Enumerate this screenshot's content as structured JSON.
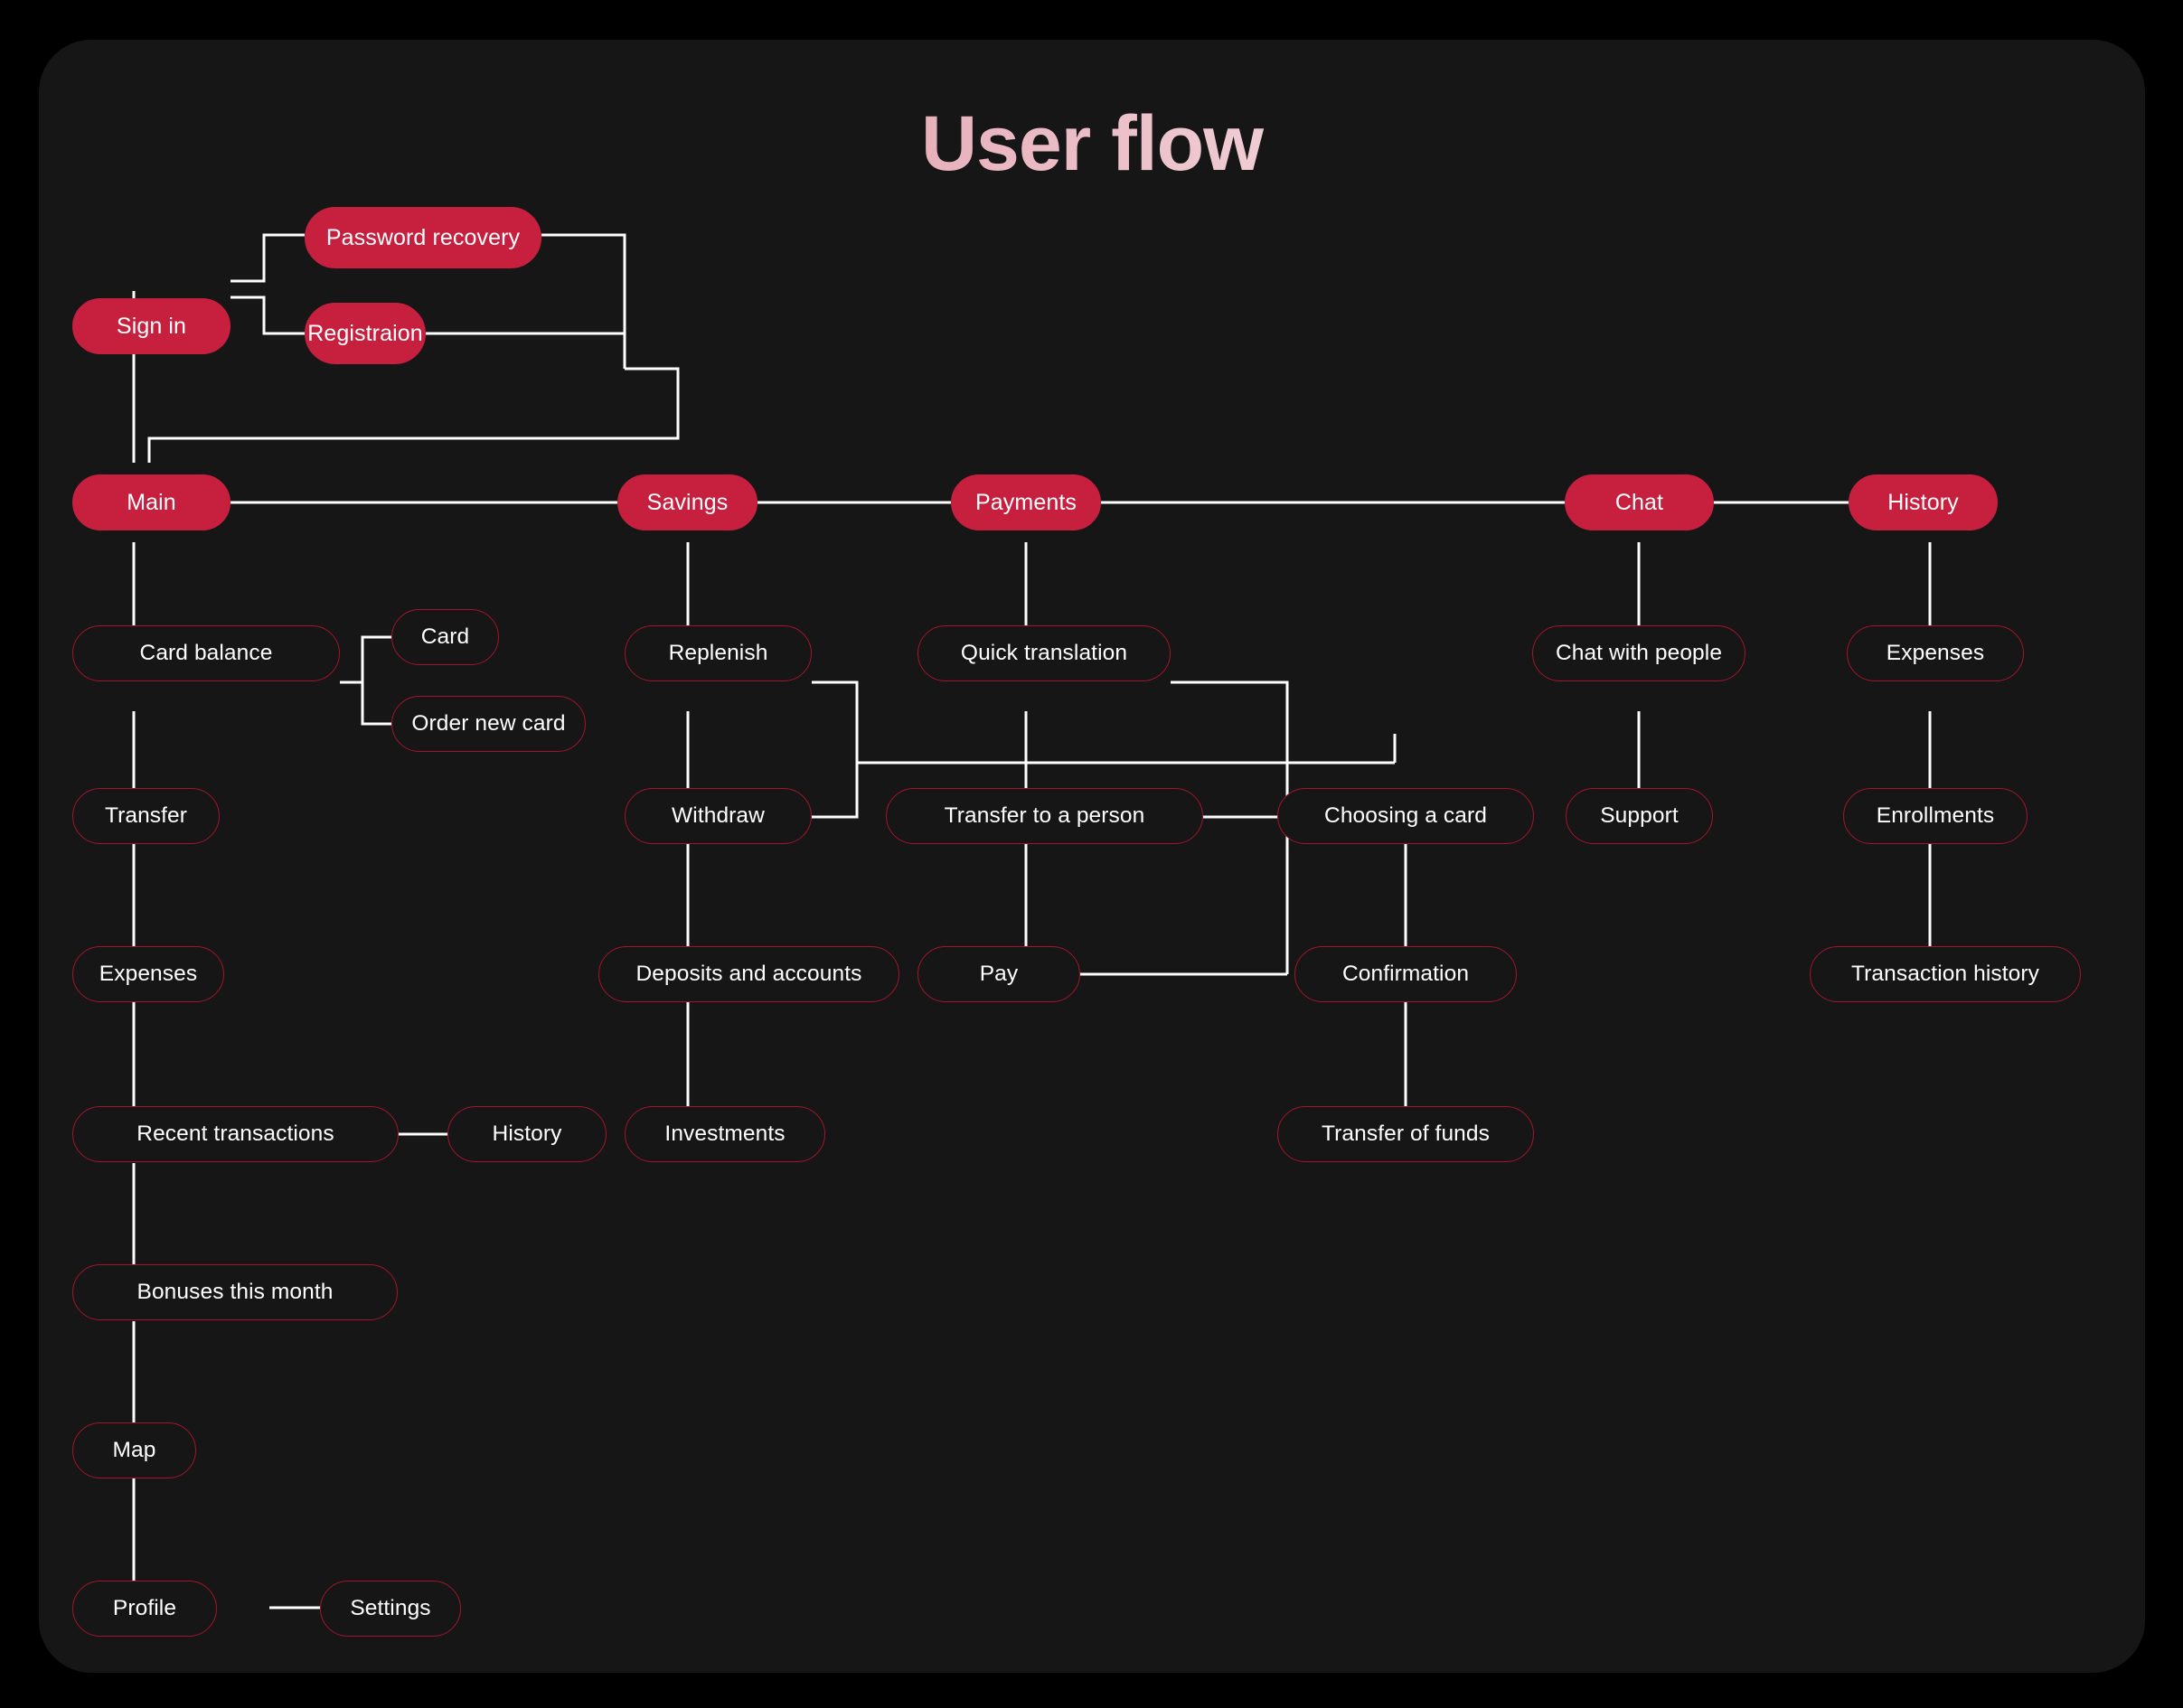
{
  "page": {
    "title": "User flow",
    "background_color": "#000000",
    "panel_color": "#161617",
    "accent_color": "#C7203F",
    "outline_color": "#A3152E",
    "connector_color": "#FFFFFF",
    "text_color": "#FFFFFF"
  },
  "nodes": {
    "sign_in": {
      "label": "Sign in",
      "style": "filled"
    },
    "password_recovery": {
      "label": "Password recovery",
      "style": "filled"
    },
    "registraion": {
      "label": "Registraion",
      "style": "filled"
    },
    "main": {
      "label": "Main",
      "style": "filled"
    },
    "savings": {
      "label": "Savings",
      "style": "filled"
    },
    "payments": {
      "label": "Payments",
      "style": "filled"
    },
    "chat": {
      "label": "Chat",
      "style": "filled"
    },
    "history_top": {
      "label": "History",
      "style": "filled"
    },
    "card_balance": {
      "label": "Card balance",
      "style": "outline"
    },
    "card": {
      "label": "Card",
      "style": "outline"
    },
    "order_new_card": {
      "label": "Order new card",
      "style": "outline"
    },
    "transfer": {
      "label": "Transfer",
      "style": "outline"
    },
    "expenses_main": {
      "label": "Expenses",
      "style": "outline"
    },
    "recent_transactions": {
      "label": "Recent transactions",
      "style": "outline"
    },
    "history_side": {
      "label": "History",
      "style": "outline"
    },
    "bonuses_this_month": {
      "label": "Bonuses this month",
      "style": "outline"
    },
    "map": {
      "label": "Map",
      "style": "outline"
    },
    "profile": {
      "label": "Profile",
      "style": "outline"
    },
    "settings": {
      "label": "Settings",
      "style": "outline"
    },
    "replenish": {
      "label": "Replenish",
      "style": "outline"
    },
    "withdraw": {
      "label": "Withdraw",
      "style": "outline"
    },
    "deposits_and_accounts": {
      "label": "Deposits and accounts",
      "style": "outline"
    },
    "investments": {
      "label": "Investments",
      "style": "outline"
    },
    "quick_translation": {
      "label": "Quick translation",
      "style": "outline"
    },
    "transfer_to_a_person": {
      "label": "Transfer to a person",
      "style": "outline"
    },
    "pay": {
      "label": "Pay",
      "style": "outline"
    },
    "choosing_a_card": {
      "label": "Choosing a card",
      "style": "outline"
    },
    "confirmation": {
      "label": "Confirmation",
      "style": "outline"
    },
    "transfer_of_funds": {
      "label": "Transfer of funds",
      "style": "outline"
    },
    "chat_with_people": {
      "label": "Chat with people",
      "style": "outline"
    },
    "support": {
      "label": "Support",
      "style": "outline"
    },
    "expenses_history": {
      "label": "Expenses",
      "style": "outline"
    },
    "enrollments": {
      "label": "Enrollments",
      "style": "outline"
    },
    "transaction_history": {
      "label": "Transaction history",
      "style": "outline"
    }
  },
  "flow": {
    "edges": [
      {
        "from": "sign_in",
        "to": "password_recovery"
      },
      {
        "from": "sign_in",
        "to": "registraion"
      },
      {
        "from": "sign_in",
        "to": "main"
      },
      {
        "from": "password_recovery",
        "to": "main"
      },
      {
        "from": "registraion",
        "to": "main"
      },
      {
        "from": "main",
        "to": "savings"
      },
      {
        "from": "savings",
        "to": "payments"
      },
      {
        "from": "payments",
        "to": "chat"
      },
      {
        "from": "chat",
        "to": "history_top"
      },
      {
        "from": "main",
        "to": "card_balance"
      },
      {
        "from": "card_balance",
        "to": "card"
      },
      {
        "from": "card_balance",
        "to": "order_new_card"
      },
      {
        "from": "card_balance",
        "to": "transfer"
      },
      {
        "from": "transfer",
        "to": "expenses_main"
      },
      {
        "from": "expenses_main",
        "to": "recent_transactions"
      },
      {
        "from": "recent_transactions",
        "to": "history_side"
      },
      {
        "from": "recent_transactions",
        "to": "bonuses_this_month"
      },
      {
        "from": "bonuses_this_month",
        "to": "map"
      },
      {
        "from": "map",
        "to": "profile"
      },
      {
        "from": "profile",
        "to": "settings"
      },
      {
        "from": "savings",
        "to": "replenish"
      },
      {
        "from": "replenish",
        "to": "withdraw"
      },
      {
        "from": "withdraw",
        "to": "deposits_and_accounts"
      },
      {
        "from": "deposits_and_accounts",
        "to": "investments"
      },
      {
        "from": "replenish",
        "to": "choosing_a_card"
      },
      {
        "from": "withdraw",
        "to": "choosing_a_card"
      },
      {
        "from": "payments",
        "to": "quick_translation"
      },
      {
        "from": "quick_translation",
        "to": "transfer_to_a_person"
      },
      {
        "from": "transfer_to_a_person",
        "to": "pay"
      },
      {
        "from": "quick_translation",
        "to": "choosing_a_card"
      },
      {
        "from": "transfer_to_a_person",
        "to": "choosing_a_card"
      },
      {
        "from": "pay",
        "to": "choosing_a_card"
      },
      {
        "from": "choosing_a_card",
        "to": "confirmation"
      },
      {
        "from": "confirmation",
        "to": "transfer_of_funds"
      },
      {
        "from": "chat",
        "to": "chat_with_people"
      },
      {
        "from": "chat_with_people",
        "to": "support"
      },
      {
        "from": "history_top",
        "to": "expenses_history"
      },
      {
        "from": "expenses_history",
        "to": "enrollments"
      },
      {
        "from": "enrollments",
        "to": "transaction_history"
      }
    ]
  }
}
